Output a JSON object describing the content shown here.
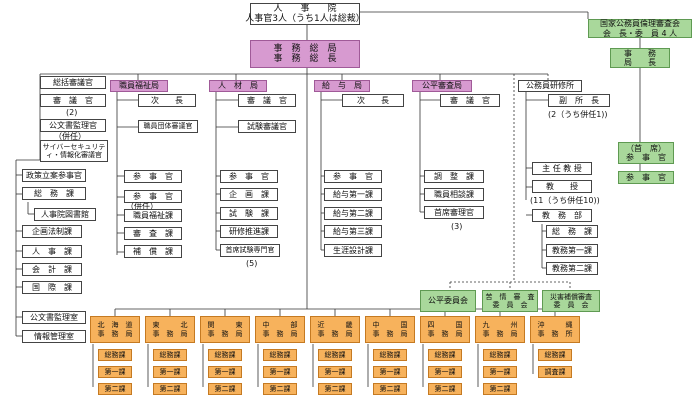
{
  "top": {
    "line1": "人　　事　　院",
    "line2": "人事官3人（うち1人は総裁）"
  },
  "ethics_board": {
    "line1": "国家公務員倫理審査会",
    "line2": "会　長・委　員 4 人"
  },
  "ethics_bureau": {
    "line1": "事　　務",
    "line2": "局　　長"
  },
  "secretariat": {
    "line1": "事　務　総　局",
    "line2": "事　務　総　長"
  },
  "gs_staff": {
    "items": [
      "総括審議官",
      "審　議　官",
      "公文書監理官",
      "サイバーセキュリティ・情報化審議官"
    ],
    "sub1": "(2)",
    "sub2": "（併任）"
  },
  "gs_units": [
    "政策立案参事官",
    "総　務　課",
    "人事院図書館",
    "企画法制課",
    "人　事　課",
    "会　計　課",
    "国　際　課",
    "公文書監理室",
    "情報管理室"
  ],
  "bureaus": [
    {
      "name": "職員福祉局",
      "posts": [
        "次　　長",
        "職員団体審議官"
      ],
      "units": [
        "参　事　官",
        "参　事　官",
        "職員福祉課",
        "審　査　課",
        "補　償　課"
      ],
      "note": "（併任）"
    },
    {
      "name": "人　材　局",
      "posts": [
        "審　議　官",
        "試験審議官"
      ],
      "units": [
        "参　事　官",
        "企　画　課",
        "試　験　課",
        "研修推進課",
        "首席試験専門官"
      ],
      "note": "(5)"
    },
    {
      "name": "給　与　局",
      "posts": [
        "次　　長"
      ],
      "units": [
        "参　事　官",
        "給与第一課",
        "給与第二課",
        "給与第三課",
        "生涯設計課"
      ]
    },
    {
      "name": "公平審査局",
      "posts": [
        "審　議　官"
      ],
      "units": [
        "調　整　課",
        "職員相談課",
        "首席審理官"
      ],
      "note": "(3)"
    }
  ],
  "institute": {
    "name": "公務員研修所",
    "post": "副　所　長",
    "post_note": "(2（うち併任1))",
    "posts": [
      "主 任 教 授",
      "教　　授"
    ],
    "posts_note": "(11（うち併任10))",
    "dept": "教　務　部",
    "units": [
      "総　務　課",
      "教務第一課",
      "教務第二課"
    ]
  },
  "ethics_staff": {
    "chief": "（首　席）",
    "chief2": "参　事　官",
    "staff": "参　事　官"
  },
  "committees": [
    "公平委員会",
    "苦　情　審　査\n委　員　会",
    "災害補償審査\n委　員　会"
  ],
  "regional": [
    {
      "name": "北　海　道\n事　務　局",
      "units": [
        "総務課",
        "第一課",
        "第二課"
      ]
    },
    {
      "name": "東　　　北\n事　務　局",
      "units": [
        "総務課",
        "第一課",
        "第二課"
      ]
    },
    {
      "name": "関　　　東\n事　務　局",
      "units": [
        "総務課",
        "第一課",
        "第二課"
      ]
    },
    {
      "name": "中　　　部\n事　務　局",
      "units": [
        "総務課",
        "第一課",
        "第二課"
      ]
    },
    {
      "name": "近　　　畿\n事　務　局",
      "units": [
        "総務課",
        "第一課",
        "第二課"
      ]
    },
    {
      "name": "中　　　国\n事　務　局",
      "units": [
        "総務課",
        "第一課",
        "第二課"
      ]
    },
    {
      "name": "四　　　国\n事　務　局",
      "units": [
        "総務課",
        "第一課",
        "第二課"
      ]
    },
    {
      "name": "九　　　州\n事　務　局",
      "units": [
        "総務課",
        "第一課",
        "第二課"
      ]
    },
    {
      "name": "沖　　　縄\n事　務　所",
      "units": [
        "総務課",
        "調査課"
      ]
    }
  ],
  "colors": {
    "purple": "#d79ad0",
    "green": "#a9d89b",
    "orange": "#f7b25c"
  }
}
